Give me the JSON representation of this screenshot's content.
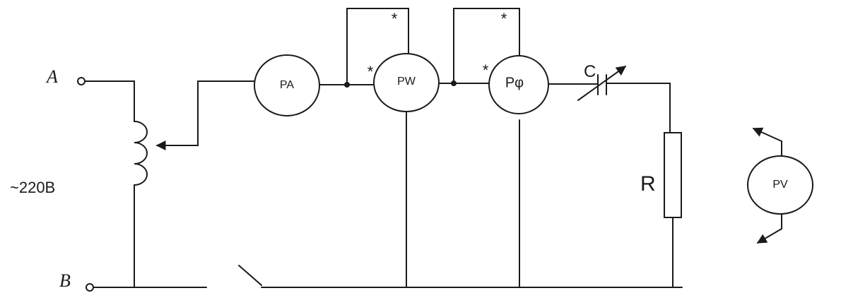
{
  "diagram": {
    "terminals": {
      "a": "A",
      "b": "B"
    },
    "supply": "~220B",
    "meters": {
      "ammeter": "PA",
      "wattmeter": "PW",
      "phase_meter": "Pφ",
      "voltmeter": "PV"
    },
    "capacitor": "C",
    "resistor": "R",
    "polarity_mark": "*"
  }
}
